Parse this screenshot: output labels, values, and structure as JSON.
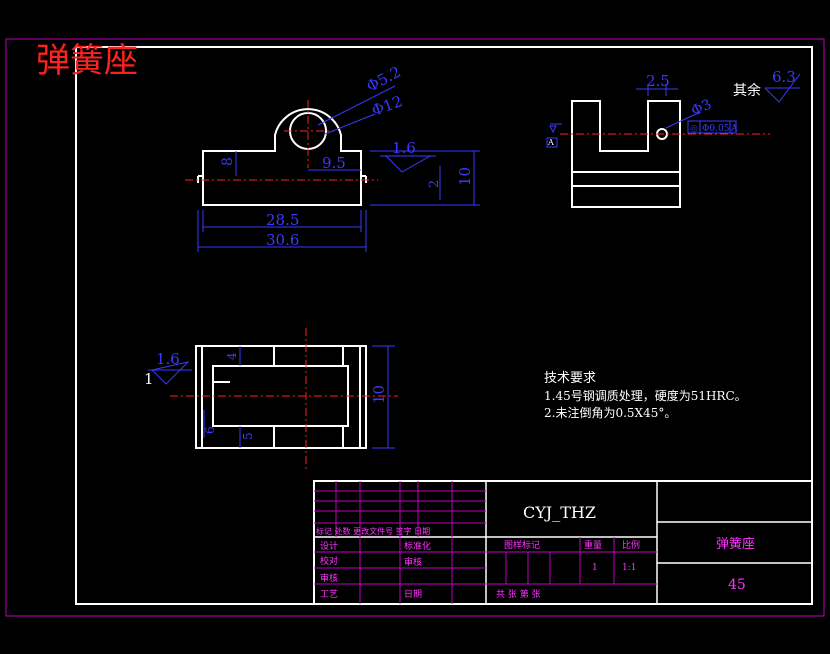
{
  "title_red": "弹簧座",
  "colors": {
    "outline": "#ffffff",
    "dimension": "#3a3aff",
    "centerline": "#ff2020",
    "border": "#c000c0",
    "title": "#ff2020"
  },
  "front_view": {
    "dim_phi_outer": "Φ5.2",
    "dim_phi_inner": "Φ12",
    "dim_height_left": "8",
    "dim_offset": "9.5",
    "dim_step": "2",
    "dim_height_right": "10",
    "dim_inner_width": "28.5",
    "dim_outer_width": "30.6",
    "roughness": "1.6"
  },
  "side_view": {
    "dim_top": "2.5",
    "dim_hole": "Φ3",
    "tol_symbol": "◎",
    "tol_value": "Φ0.05",
    "tol_datum": "A",
    "datum_label": "A",
    "rest_label": "其余",
    "rest_roughness": "6.3"
  },
  "bottom_view": {
    "roughness": "1.6",
    "roughness_side": "1",
    "dim_top_slot": "4",
    "dim_left": "6",
    "dim_slot": "5",
    "dim_height": "10"
  },
  "tech_req": {
    "heading": "技术要求",
    "line1": "1.45号钢调质处理，硬度为51HRC。",
    "line2": "2.未注倒角为0.5X45°。"
  },
  "title_block": {
    "drawing_no": "CYJ_THZ",
    "part_name": "弹簧座",
    "material": "45",
    "c_mark": "标记 处数 更改文件号 签字 日期",
    "c_design": "设计",
    "c_standard": "标准化",
    "c_check": "校对",
    "c_review": "审核",
    "c_process": "工艺",
    "c_approve": "审核",
    "c_date": "日期",
    "c_stage": "图样标记",
    "c_weight": "重量",
    "c_scale": "比例",
    "scale_val": "1:1",
    "weight_val": "1",
    "c_total": "共 张 第 张"
  }
}
